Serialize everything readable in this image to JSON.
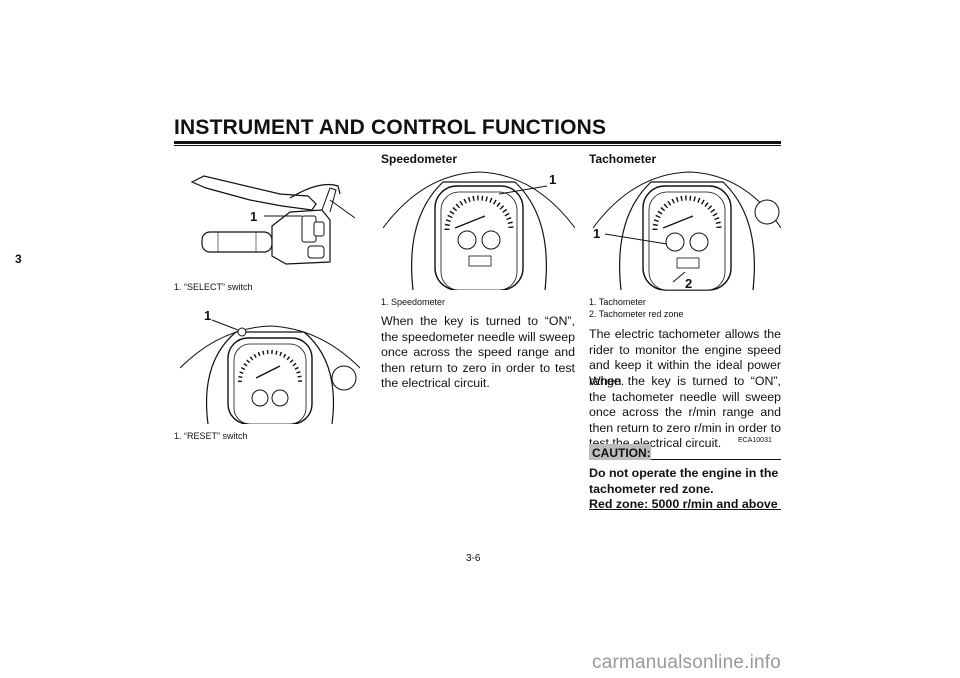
{
  "page": {
    "title": "INSTRUMENT AND CONTROL FUNCTIONS",
    "chapter_tab": "3",
    "page_number": "3-6",
    "footer": "carmanualsonline.info"
  },
  "left": {
    "fig1_callout": "1",
    "fig1_caption": "1. “SELECT” switch",
    "fig2_callout": "1",
    "fig2_caption": "1. “RESET” switch"
  },
  "speedometer": {
    "heading": "Speedometer",
    "callout": "1",
    "caption": "1. Speedometer",
    "text": "When the key is turned to “ON”, the speedometer needle will sweep once across the speed range and then return to zero in order to test the electrical circuit."
  },
  "tachometer": {
    "heading": "Tachometer",
    "callout1": "1",
    "callout2": "2",
    "caption1": "1. Tachometer",
    "caption2": "2. Tachometer red zone",
    "text1": "The electric tachometer allows the rider to monitor the engine speed and keep it within the ideal power range.",
    "text2": "When the key is turned to “ON”, the tachometer needle will sweep once across the r/min range and then return to zero r/min in order to test the electrical circuit.",
    "caution_label": "CAUTION:",
    "caution_code": "ECA10031",
    "warning1": "Do not operate the engine in the tachometer red zone.",
    "warning2": "Red zone: 5000 r/min and above"
  },
  "colors": {
    "text": "#111111",
    "caution_bg": "#bdbdbd",
    "footer": "#999999"
  }
}
